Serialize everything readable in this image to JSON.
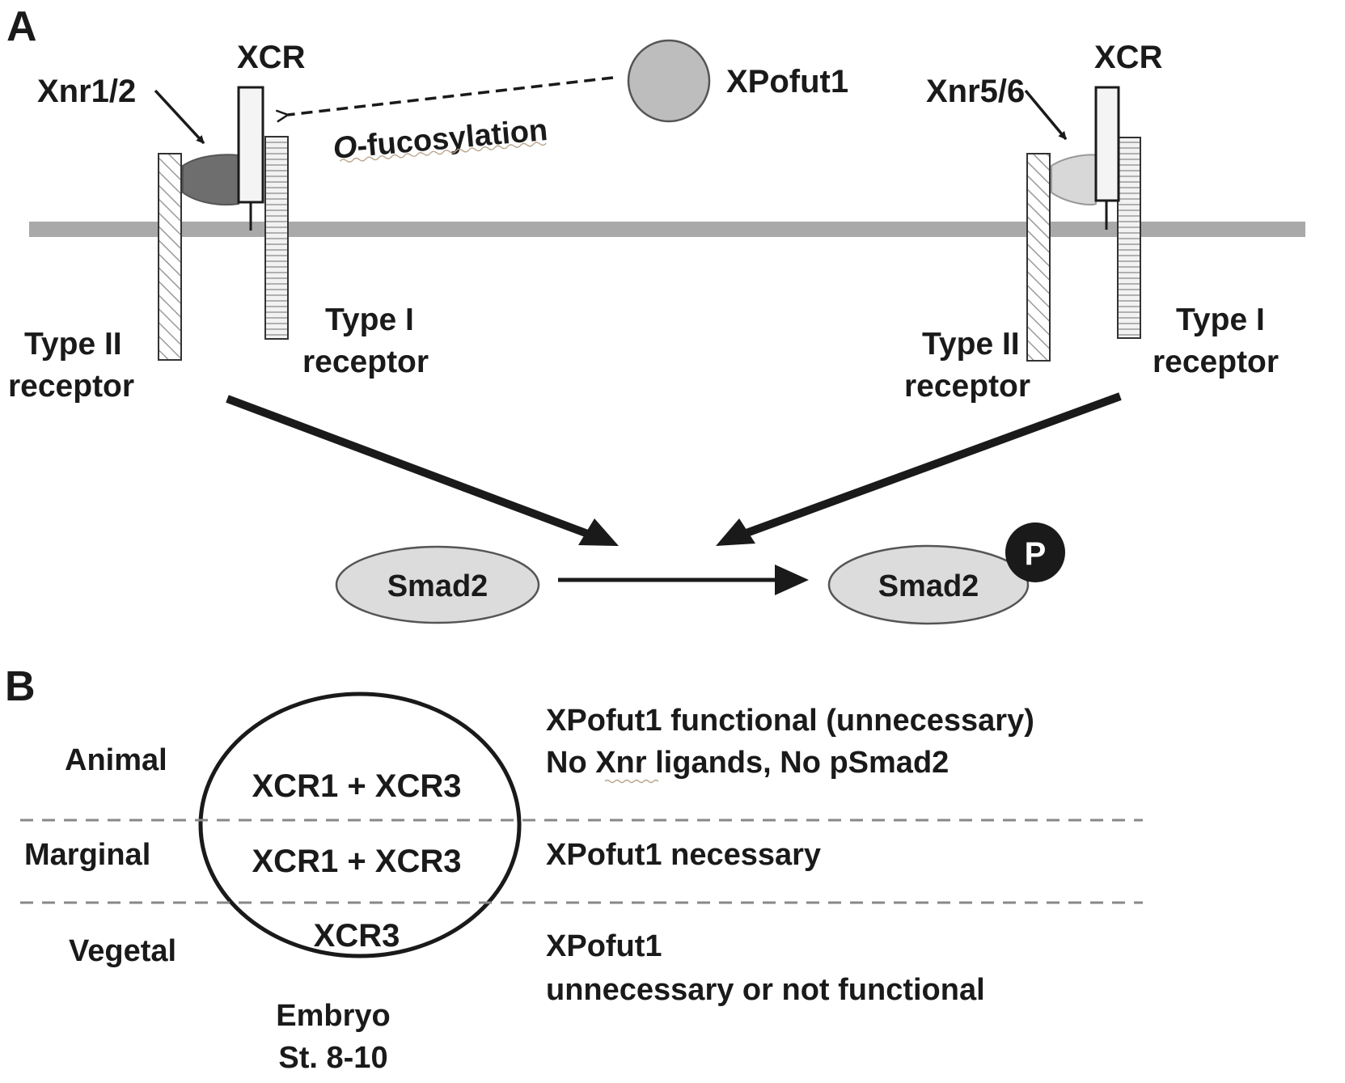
{
  "panel_a": {
    "label": "A",
    "left_complex": {
      "ligand": "Xnr1/2",
      "coreceptor": "XCR",
      "type2_label": [
        "Type II",
        "receptor"
      ],
      "type1_label": [
        "Type I",
        "receptor"
      ]
    },
    "right_complex": {
      "ligand": "Xnr5/6",
      "coreceptor": "XCR",
      "type2_label": [
        "Type II",
        "receptor"
      ],
      "type1_label": [
        "Type I",
        "receptor"
      ]
    },
    "enzyme": "XPofut1",
    "modification": "O-fucosylation",
    "modification_italic_prefix": "O",
    "modification_suffix": "-fucosylation",
    "smad_left": "Smad2",
    "smad_right": "Smad2",
    "phospho": "P",
    "colors": {
      "ligand_left": "#6e6e6e",
      "ligand_right": "#d8d8d8",
      "enzyme": "#bdbdbd",
      "membrane": "#a9a9a9",
      "smad": "#dcdcdc",
      "phospho": "#1a1a1a"
    }
  },
  "panel_b": {
    "label": "B",
    "regions": [
      {
        "name": "Animal",
        "receptors": "XCR1 + XCR3",
        "notes": [
          "XPofut1 functional (unnecessary)",
          "No Xnr ligands, No pSmad2"
        ]
      },
      {
        "name": "Marginal",
        "receptors": "XCR1 + XCR3",
        "notes": [
          "XPofut1 necessary"
        ]
      },
      {
        "name": "Vegetal",
        "receptors": "XCR3",
        "notes": [
          "XPofut1",
          "unnecessary or not functional"
        ]
      }
    ],
    "embryo_caption": [
      "Embryo",
      "St. 8-10"
    ]
  }
}
